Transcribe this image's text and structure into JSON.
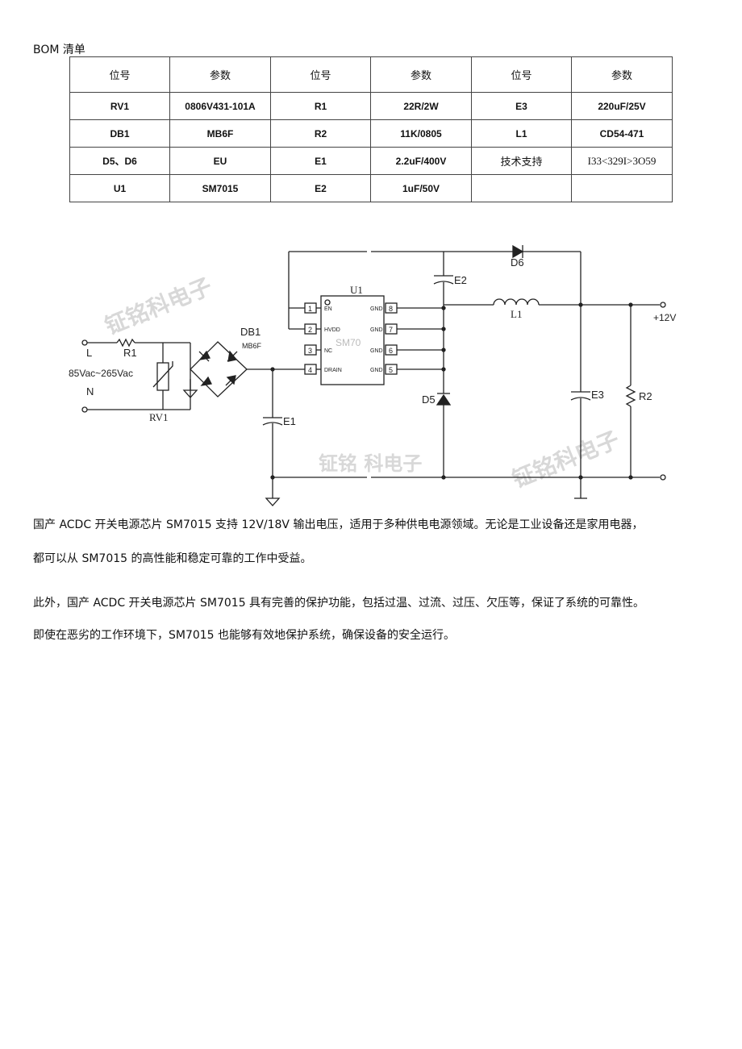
{
  "bom": {
    "title": "BOM 清单",
    "headers": [
      "位号",
      "参数",
      "位号",
      "参数",
      "位号",
      "参数"
    ],
    "rows": [
      [
        "RV1",
        "0806V431-101A",
        "R1",
        "22R/2W",
        "E3",
        "220uF/25V"
      ],
      [
        "DB1",
        "MB6F",
        "R2",
        "11K/0805",
        "L1",
        "CD54-471"
      ],
      [
        "D5、D6",
        "EU",
        "E1",
        "2.2uF/400V",
        "技术支持",
        "I33<329I>3O59"
      ],
      [
        "U1",
        "SM7015",
        "E2",
        "1uF/50V",
        "",
        ""
      ]
    ]
  },
  "schematic": {
    "input_l": "L",
    "input_n": "N",
    "input_range": "85Vac~265Vac",
    "r1": "R1",
    "rv1": "RV1",
    "db1": "DB1",
    "db1_part": "MB6F",
    "e1": "E1",
    "u1": "U1",
    "chip_label": "SM70",
    "pins_left": [
      {
        "num": "1",
        "name": "EN"
      },
      {
        "num": "2",
        "name": "HVDD"
      },
      {
        "num": "3",
        "name": "NC"
      },
      {
        "num": "4",
        "name": "DRAIN"
      }
    ],
    "pins_right": [
      {
        "num": "8",
        "name": "GND"
      },
      {
        "num": "7",
        "name": "GND"
      },
      {
        "num": "6",
        "name": "GND"
      },
      {
        "num": "5",
        "name": "GND"
      }
    ],
    "e2": "E2",
    "d6": "D6",
    "d5": "D5",
    "l1": "L1",
    "e3": "E3",
    "r2": "R2",
    "output": "+12V",
    "watermarks": [
      "钲铭科电子",
      "钲铭科电子",
      "钲铭 科电子"
    ]
  },
  "paragraphs": [
    "国产 ACDC 开关电源芯片 SM7015 支持 12V/18V 输出电压，适用于多种供电电源领域。无论是工业设备还是家用电器，",
    "都可以从 SM7015 的高性能和稳定可靠的工作中受益。",
    "此外，国产 ACDC 开关电源芯片 SM7015 具有完善的保护功能，包括过温、过流、过压、欠压等，保证了系统的可靠性。",
    "即使在恶劣的工作环境下，SM7015 也能够有效地保护系统，确保设备的安全运行。"
  ]
}
